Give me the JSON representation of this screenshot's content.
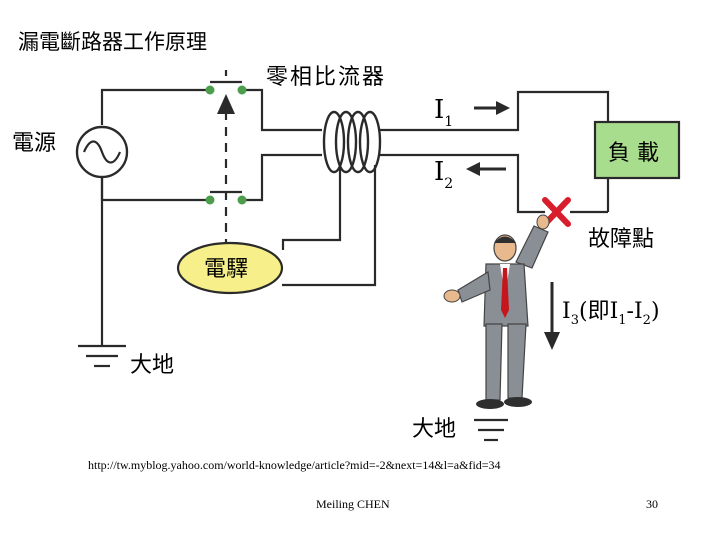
{
  "slide": {
    "title": "漏電斷路器工作原理",
    "source_url": "http://tw.myblog.yahoo.com/world-knowledge/article?mid=-2&next=14&l=a&fid=34",
    "author": "Meiling CHEN",
    "page_number": "30"
  },
  "diagram": {
    "power_source_label": "電源",
    "ct_label": "零相比流器",
    "current1_label": "I",
    "current1_sub": "1",
    "current2_label": "I",
    "current2_sub": "2",
    "load_label": "負 載",
    "fault_label": "故障點",
    "relay_label": "電驛",
    "ground_left_label": "大地",
    "ground_person_label": "大地",
    "leak_current_prefix": "I",
    "leak_current_prefix_sub": "3",
    "leak_current_mid": "(即I",
    "leak_current_mid_sub": "1",
    "leak_current_dash": "-I",
    "leak_current_end_sub": "2",
    "leak_current_close": ")"
  },
  "colors": {
    "wire": "#2a2a2a",
    "relay_fill": "#f7ef8a",
    "load_fill": "#a9dd8e",
    "fault_mark": "#d81e2c",
    "contact": "#4c9e4c",
    "suit": "#8a8e95",
    "tie": "#c4161c"
  }
}
